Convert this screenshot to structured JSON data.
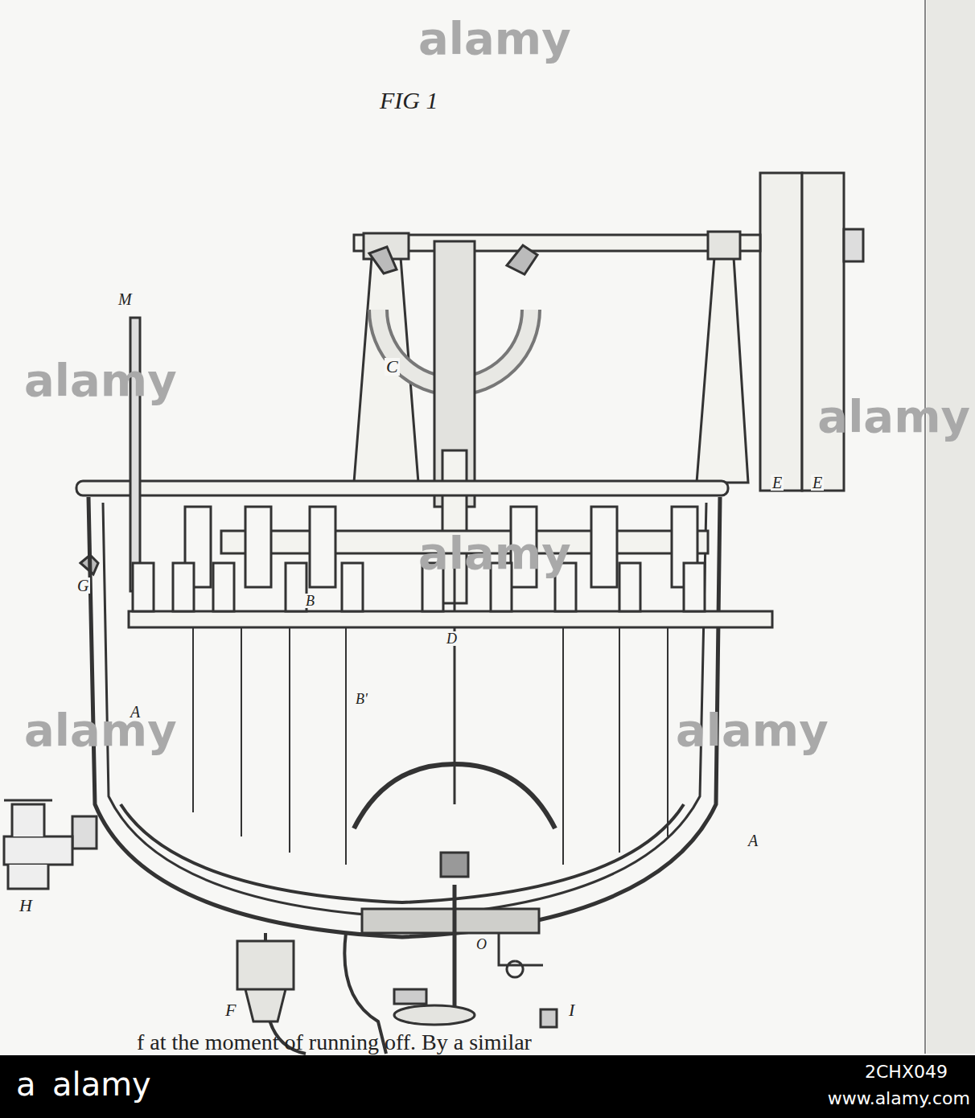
{
  "diagram": {
    "labels": [
      "FIG 1",
      "M",
      "C",
      "E",
      "E",
      "G",
      "B",
      "D",
      "A",
      "B'",
      "H",
      "A",
      "O",
      "F",
      "I",
      "f at the moment of running off. By a similar",
      "alamy",
      "alamy",
      "alamy",
      "alamy",
      "alamy",
      "alamy",
      "a",
      "alamy",
      "2CHX049",
      "www.alamy.com"
    ]
  }
}
